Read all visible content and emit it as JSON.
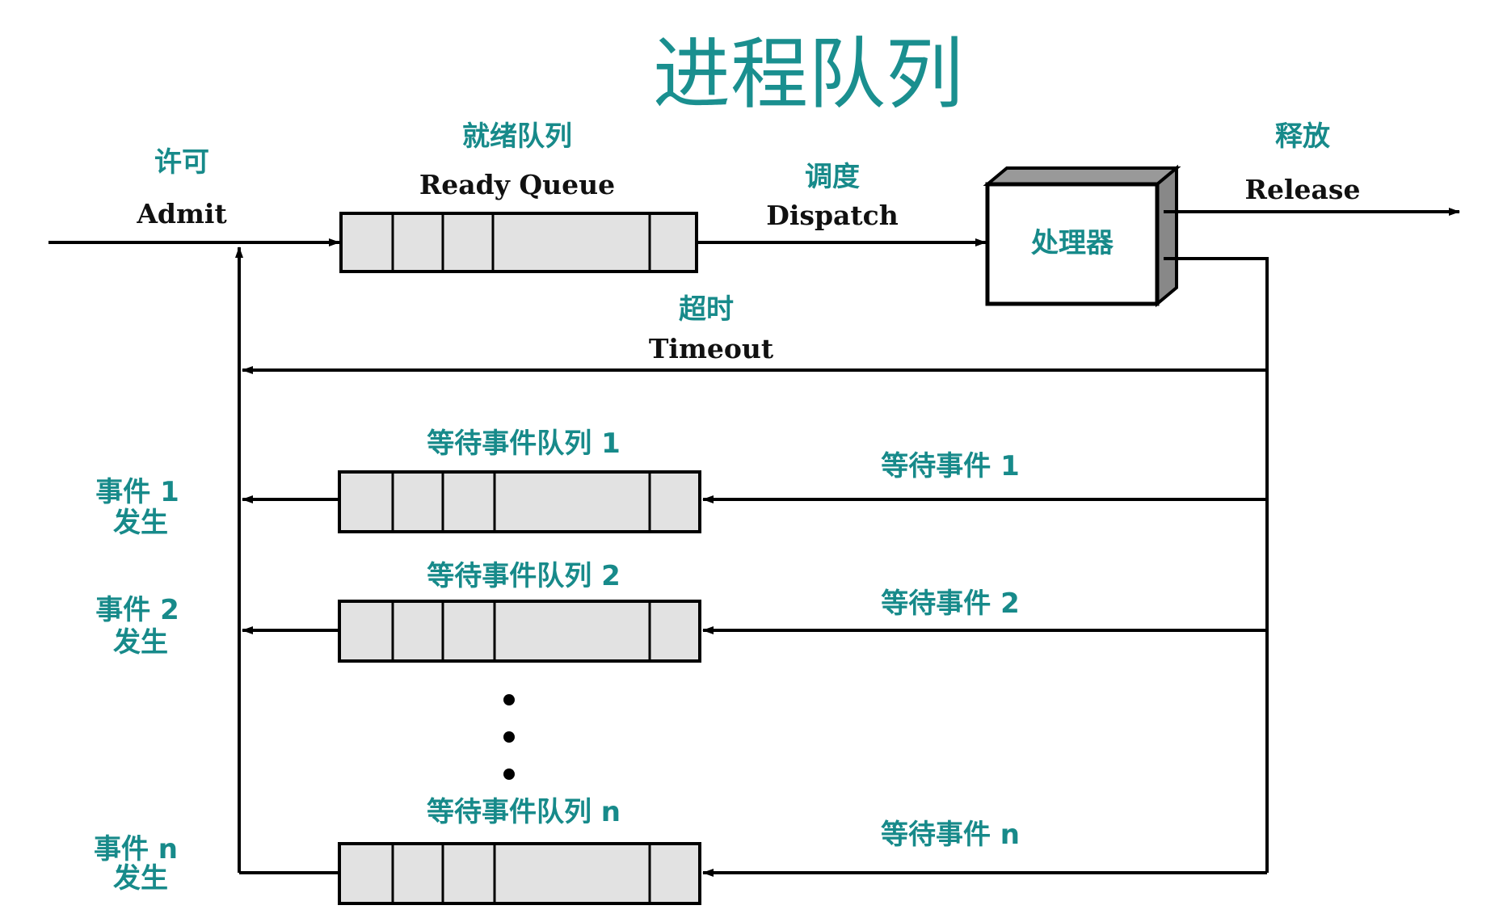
{
  "title": "进程队列",
  "labels": {
    "admit_cn": "许可",
    "admit_en": "Admit",
    "ready_cn": "就绪队列",
    "ready_en": "Ready Queue",
    "dispatch_cn": "调度",
    "dispatch_en": "Dispatch",
    "processor": "处理器",
    "release_cn": "释放",
    "release_en": "Release",
    "timeout_cn": "超时",
    "timeout_en": "Timeout"
  },
  "event_queues": [
    {
      "queue_label": "等待事件队列 1",
      "wait_label": "等待事件 1",
      "occur_line1": "事件 1",
      "occur_line2": "发生"
    },
    {
      "queue_label": "等待事件队列 2",
      "wait_label": "等待事件 2",
      "occur_line1": "事件 2",
      "occur_line2": "发生"
    },
    {
      "queue_label": "等待事件队列 n",
      "wait_label": "等待事件 n",
      "occur_line1": "事件 n",
      "occur_line2": "发生"
    }
  ],
  "colors": {
    "teal_text": "#178a8a",
    "queue_fill": "#e2e2e2",
    "line": "#000000"
  }
}
